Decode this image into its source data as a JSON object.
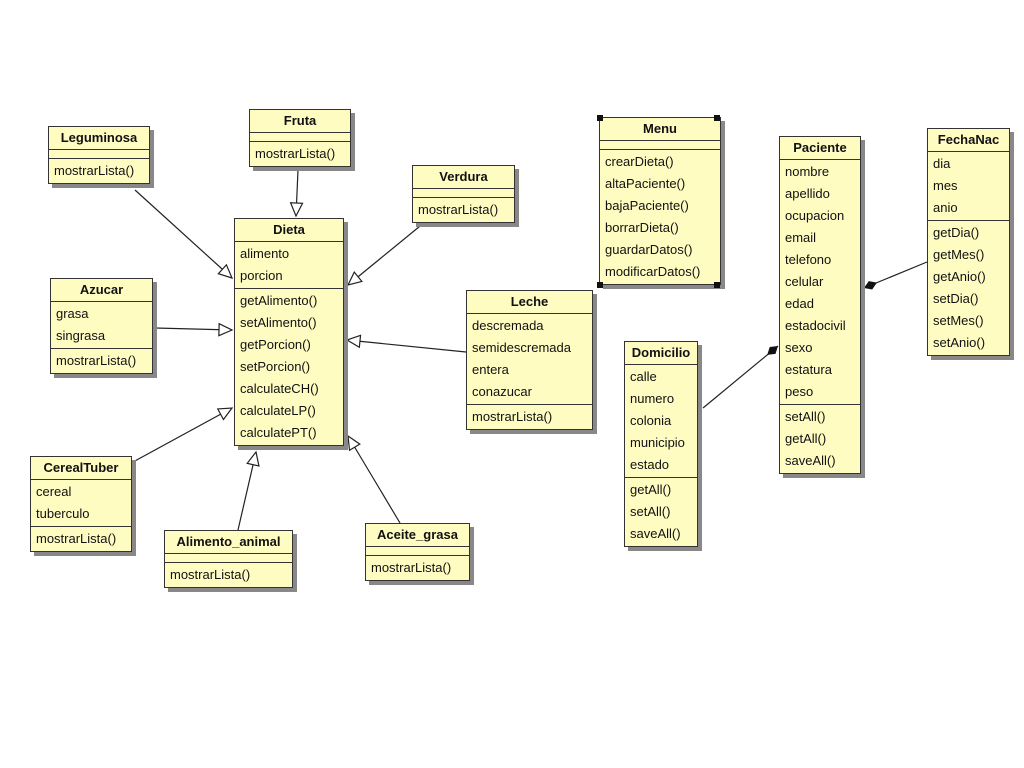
{
  "classes": [
    {
      "id": "leguminosa",
      "name": "Leguminosa",
      "attributes": [],
      "methods": [
        "mostrarLista()"
      ]
    },
    {
      "id": "fruta",
      "name": "Fruta",
      "attributes": [],
      "methods": [
        "mostrarLista()"
      ]
    },
    {
      "id": "verdura",
      "name": "Verdura",
      "attributes": [],
      "methods": [
        "mostrarLista()"
      ]
    },
    {
      "id": "dieta",
      "name": "Dieta",
      "attributes": [
        "alimento",
        "porcion"
      ],
      "methods": [
        "getAlimento()",
        "setAlimento()",
        "getPorcion()",
        "setPorcion()",
        "calculateCH()",
        "calculateLP()",
        "calculatePT()"
      ]
    },
    {
      "id": "azucar",
      "name": "Azucar",
      "attributes": [
        "grasa",
        "singrasa"
      ],
      "methods": [
        "mostrarLista()"
      ]
    },
    {
      "id": "leche",
      "name": "Leche",
      "attributes": [
        "descremada",
        "semidescremada",
        "entera",
        "conazucar"
      ],
      "methods": [
        "mostrarLista()"
      ]
    },
    {
      "id": "cerealtuber",
      "name": "CerealTuber",
      "attributes": [
        "cereal",
        "tuberculo"
      ],
      "methods": [
        "mostrarLista()"
      ]
    },
    {
      "id": "alimento_animal",
      "name": "Alimento_animal",
      "attributes": [],
      "methods": [
        "mostrarLista()"
      ]
    },
    {
      "id": "aceite_grasa",
      "name": "Aceite_grasa",
      "attributes": [],
      "methods": [
        "mostrarLista()"
      ]
    },
    {
      "id": "menu",
      "name": "Menu",
      "attributes": [],
      "methods": [
        "crearDieta()",
        "altaPaciente()",
        "bajaPaciente()",
        "borrarDieta()",
        "guardarDatos()",
        "modificarDatos()"
      ]
    },
    {
      "id": "domicilio",
      "name": "Domicilio",
      "attributes": [
        "calle",
        "numero",
        "colonia",
        "municipio",
        "estado"
      ],
      "methods": [
        "getAll()",
        "setAll()",
        "saveAll()"
      ]
    },
    {
      "id": "paciente",
      "name": "Paciente",
      "attributes": [
        "nombre",
        "apellido",
        "ocupacion",
        "email",
        "telefono",
        "celular",
        "edad",
        "estadocivil",
        "sexo",
        "estatura",
        "peso"
      ],
      "methods": [
        "setAll()",
        "getAll()",
        "saveAll()"
      ]
    },
    {
      "id": "fechanac",
      "name": "FechaNac",
      "attributes": [
        "dia",
        "mes",
        "anio"
      ],
      "methods": [
        "getDia()",
        "getMes()",
        "getAnio()",
        "setDia()",
        "setMes()",
        "setAnio()"
      ]
    }
  ],
  "relations": [
    {
      "from": "leguminosa",
      "to": "dieta",
      "type": "generalization"
    },
    {
      "from": "fruta",
      "to": "dieta",
      "type": "generalization"
    },
    {
      "from": "verdura",
      "to": "dieta",
      "type": "generalization"
    },
    {
      "from": "azucar",
      "to": "dieta",
      "type": "generalization"
    },
    {
      "from": "leche",
      "to": "dieta",
      "type": "generalization"
    },
    {
      "from": "cerealtuber",
      "to": "dieta",
      "type": "generalization"
    },
    {
      "from": "alimento_animal",
      "to": "dieta",
      "type": "generalization"
    },
    {
      "from": "aceite_grasa",
      "to": "dieta",
      "type": "generalization"
    },
    {
      "from": "domicilio",
      "to": "paciente",
      "type": "composition"
    },
    {
      "from": "fechanac",
      "to": "paciente",
      "type": "composition"
    }
  ],
  "colors": {
    "fill": "#fffcc2",
    "border": "#333333",
    "shadow": "#888888"
  }
}
